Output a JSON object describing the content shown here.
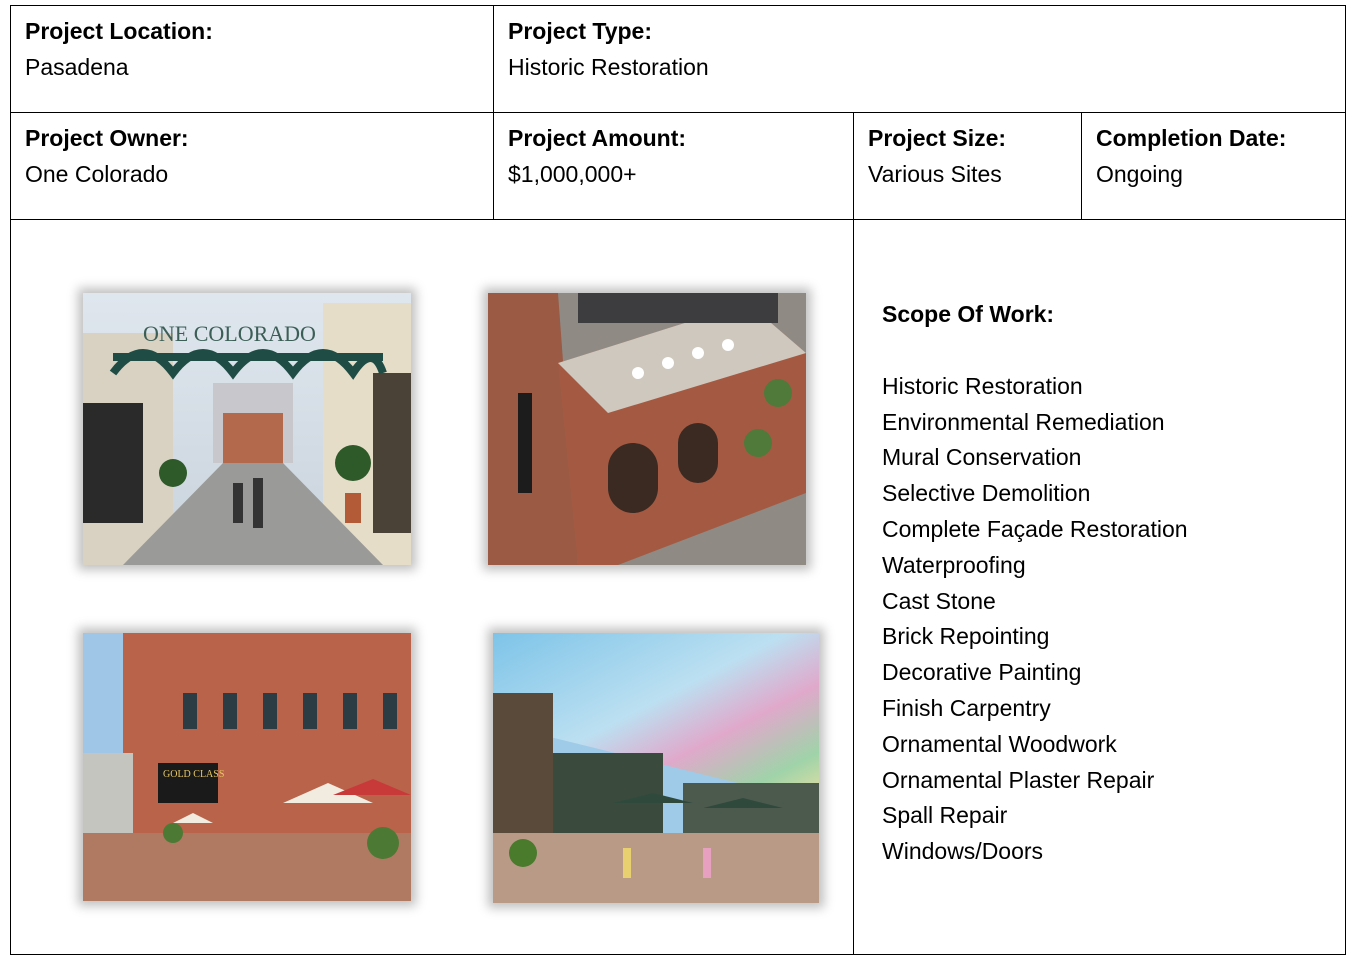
{
  "row1": {
    "location": {
      "label": "Project Location:",
      "value": "Pasadena"
    },
    "type": {
      "label": "Project Type:",
      "value": "Historic Restoration"
    }
  },
  "row2": {
    "owner": {
      "label": "Project Owner:",
      "value": "One Colorado"
    },
    "amount": {
      "label": "Project Amount:",
      "value": "$1,000,000+"
    },
    "size": {
      "label": "Project Size:",
      "value": "Various Sites"
    },
    "completion": {
      "label": "Completion Date:",
      "value": "Ongoing"
    }
  },
  "photos": {
    "arch_sign": "ONE COLORADO",
    "theater_sign": "GOLD CLASS"
  },
  "scope": {
    "heading": "Scope Of Work:",
    "items": [
      "Historic Restoration",
      "Environmental Remediation",
      "Mural Conservation",
      "Selective Demolition",
      "Complete Façade Restoration",
      "Waterproofing",
      "Cast Stone",
      "Brick Repointing",
      "Decorative Painting",
      "Finish Carpentry",
      "Ornamental Woodwork",
      "Ornamental Plaster Repair",
      "Spall Repair",
      "Windows/Doors"
    ]
  }
}
